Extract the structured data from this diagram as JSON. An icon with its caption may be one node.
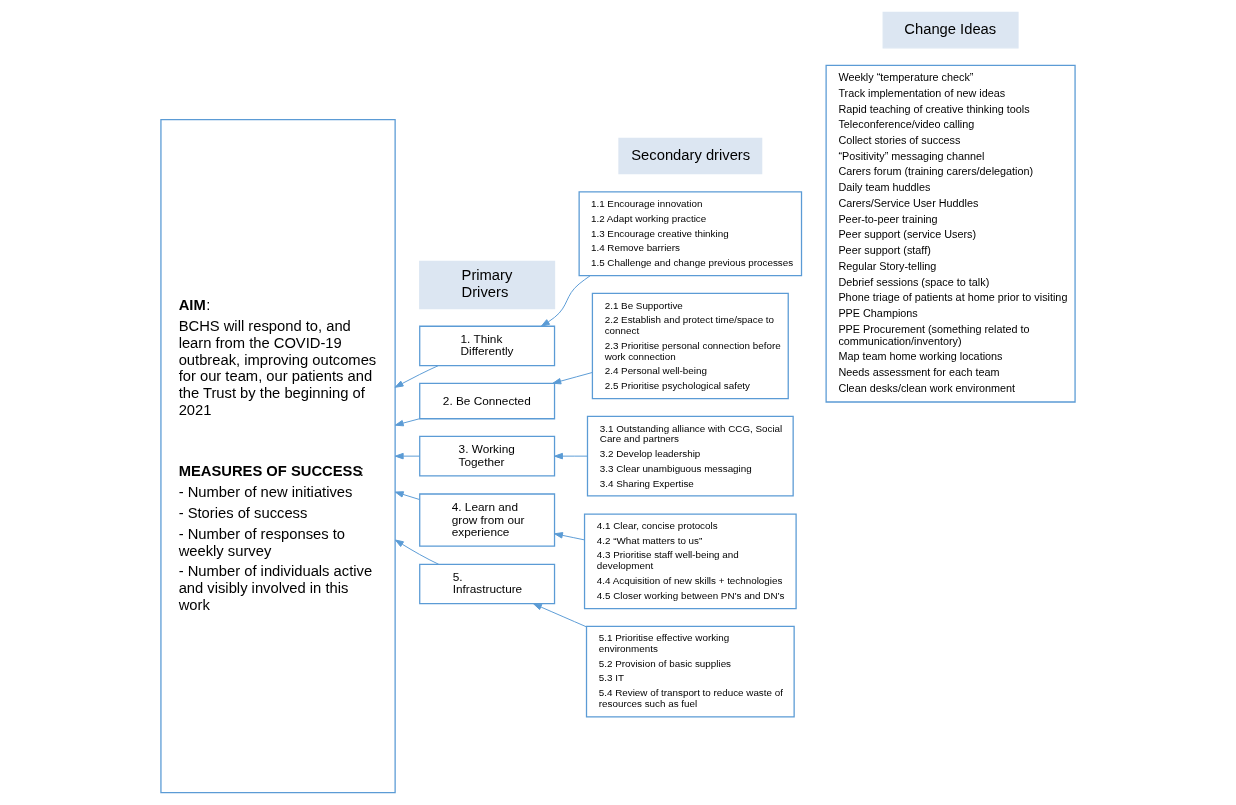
{
  "diagram": {
    "nodes": [
      {
        "text": [
          "**AIM**:",
          "BCHS will respond to, and learn from the COVID-19 outbreak, improving outcomes for our team, our patients and the Trust by the beginning of 2021",
          "**MEASURES OF SUCCESS**:",
          "- Number of new initiatives",
          "- Stories of success",
          "- Number of responses to weekly survey",
          "- Number of individuals active and visibly involved in this work"
        ]
      },
      {
        "text": [
          "Primary Drivers"
        ]
      },
      {
        "text": [
          "Secondary drivers"
        ]
      },
      {
        "text": [
          "Change Ideas"
        ]
      },
      {
        "text": [
          "1. Think Differently"
        ]
      },
      {
        "text": [
          "1.1 Encourage innovation",
          "1.2 Adapt working practice",
          "1.3 Encourage creative thinking",
          "1.4 Remove barriers",
          "1.5 Challenge and change previous processes"
        ]
      },
      {
        "text": [
          "2. Be Connected"
        ]
      },
      {
        "text": [
          "2.1 Be Supportive",
          "2.2 Establish and protect time/space to connect",
          "2.3 Prioritise personal connection before work connection",
          "2.4 Personal well-being",
          "2.5 Prioritise psychological safety"
        ]
      },
      {
        "text": [
          "3. Working Together"
        ]
      },
      {
        "text": [
          "3.1 Outstanding alliance with CCG, Social Care and partners",
          "3.2 Develop leadership",
          "3.3 Clear unambiguous messaging",
          "3.4 Sharing Expertise"
        ]
      },
      {
        "text": [
          "4. Learn and grow from our experience"
        ]
      },
      {
        "text": [
          "4.1 Clear, concise protocols",
          "4.2 “What matters to us”",
          "4.3 Prioritise staff well-being and development",
          "4.4 Acquisition of new skills + technologies",
          "4.5 Closer working between PN’s and DN’s"
        ]
      },
      {
        "text": [
          "5. Infrastructure"
        ]
      },
      {
        "text": [
          "5.1 Prioritise effective working environments",
          "5.2 Provision of basic supplies",
          "5.3 IT",
          "5.4 Review of transport to reduce waste of resources such as fuel"
        ]
      },
      {
        "text": [
          "Weekly “temperature check”",
          "Track implementation of new ideas",
          "Rapid teaching of creative thinking tools",
          "Teleconference/video calling",
          "Collect stories of success",
          "“Positivity” messaging channel",
          "Carers forum (training carers/delegation)",
          "Daily team huddles",
          "Carers/Service User Huddles",
          "Peer-to-peer training",
          "Peer support (service Users)",
          "Peer support (staff)",
          "Regular Story-telling",
          "Debrief sessions (space to talk)",
          "Phone triage of patients at home prior to visiting",
          "PPE Champions",
          "PPE Procurement (something related to communication/inventory)",
          "Map team home working locations",
          "Needs assessment for each team",
          "Clean desks/clean work environment"
        ]
      }
    ],
    "edges": [
      {
        "from": 4,
        "to": 0,
        "arrow": "to"
      },
      {
        "from": 5,
        "to": 4,
        "arrow": "to"
      },
      {
        "from": 6,
        "to": 0,
        "arrow": "to"
      },
      {
        "from": 7,
        "to": 6,
        "arrow": "to"
      },
      {
        "from": 8,
        "to": 0,
        "arrow": "to"
      },
      {
        "from": 9,
        "to": 8,
        "arrow": "to"
      },
      {
        "from": 10,
        "to": 0,
        "arrow": "to"
      },
      {
        "from": 11,
        "to": 10,
        "arrow": "to"
      },
      {
        "from": 12,
        "to": 0,
        "arrow": "to"
      },
      {
        "from": 13,
        "to": 12,
        "arrow": "to"
      }
    ]
  }
}
